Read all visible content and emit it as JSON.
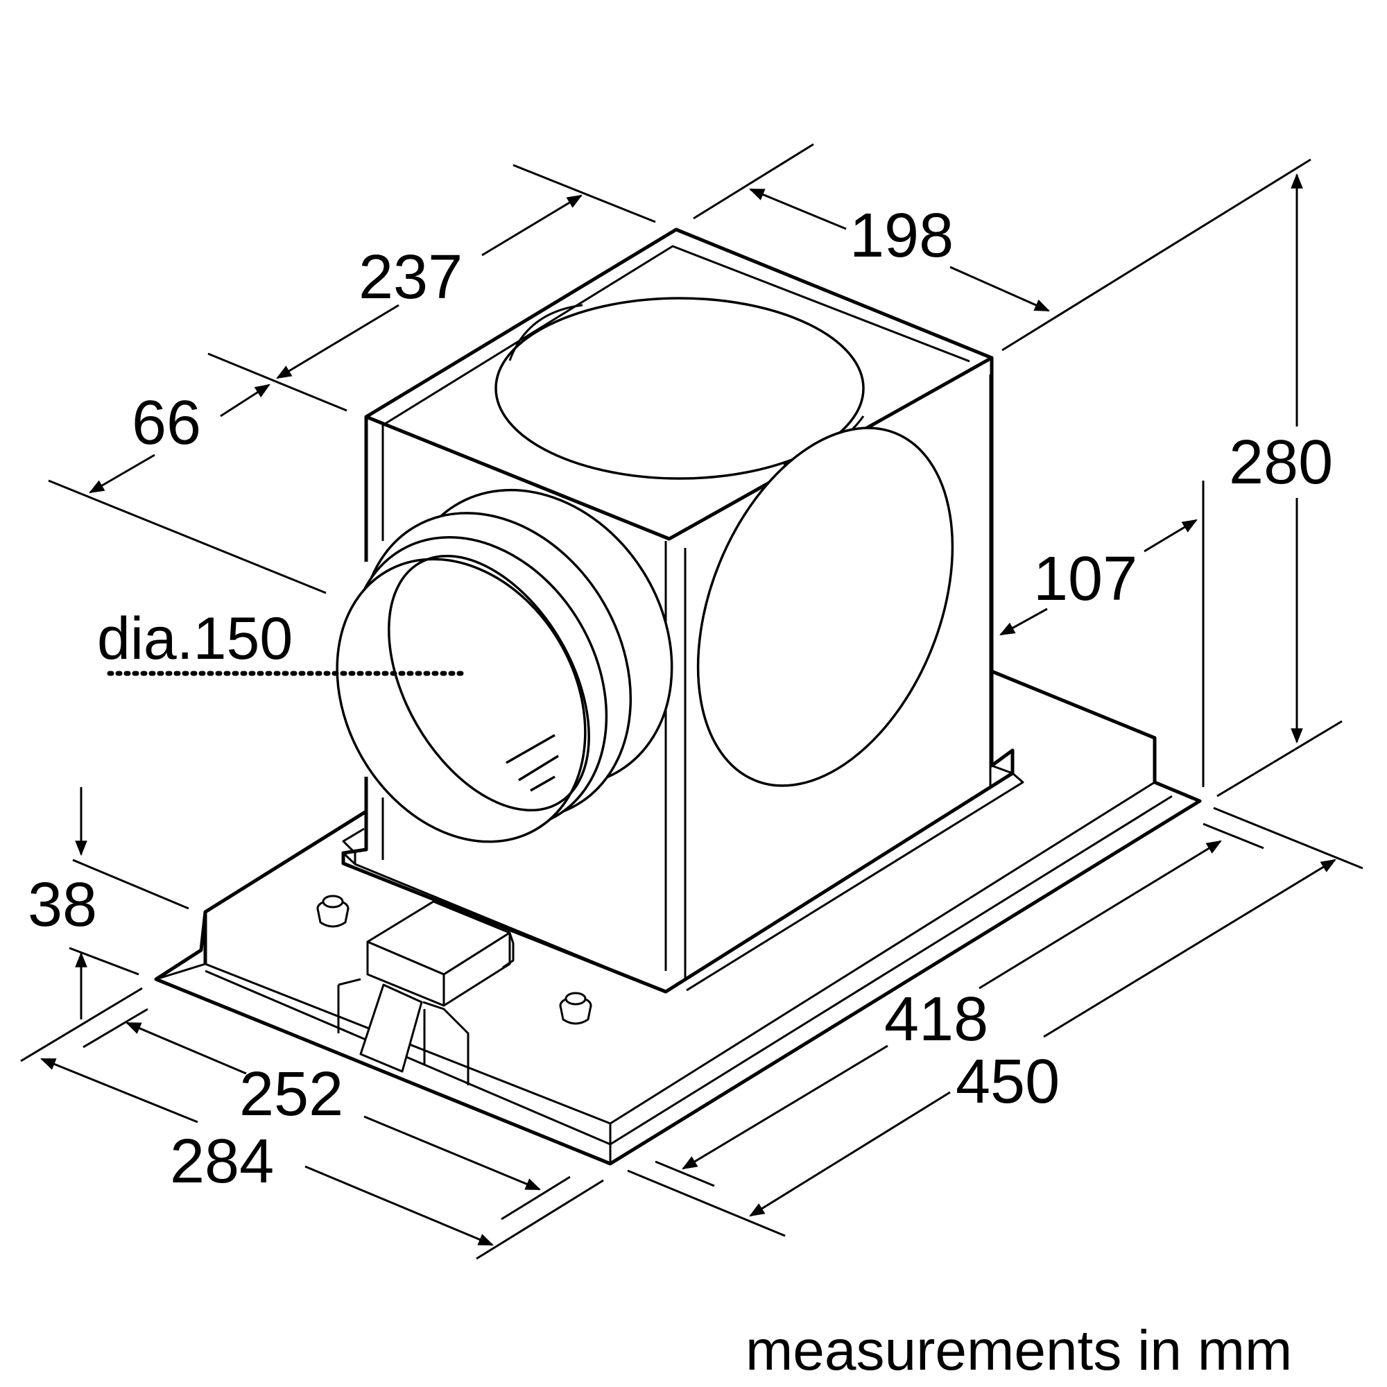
{
  "diagram": {
    "dimensions": {
      "d198": "198",
      "d237": "237",
      "d66": "66",
      "d280": "280",
      "d107": "107",
      "d38": "38",
      "d418": "418",
      "d450": "450",
      "d252": "252",
      "d284": "284",
      "dia": "dia.150"
    },
    "units_note": "measurements in mm",
    "colors": {
      "line": "#000000",
      "background": "#ffffff"
    }
  }
}
